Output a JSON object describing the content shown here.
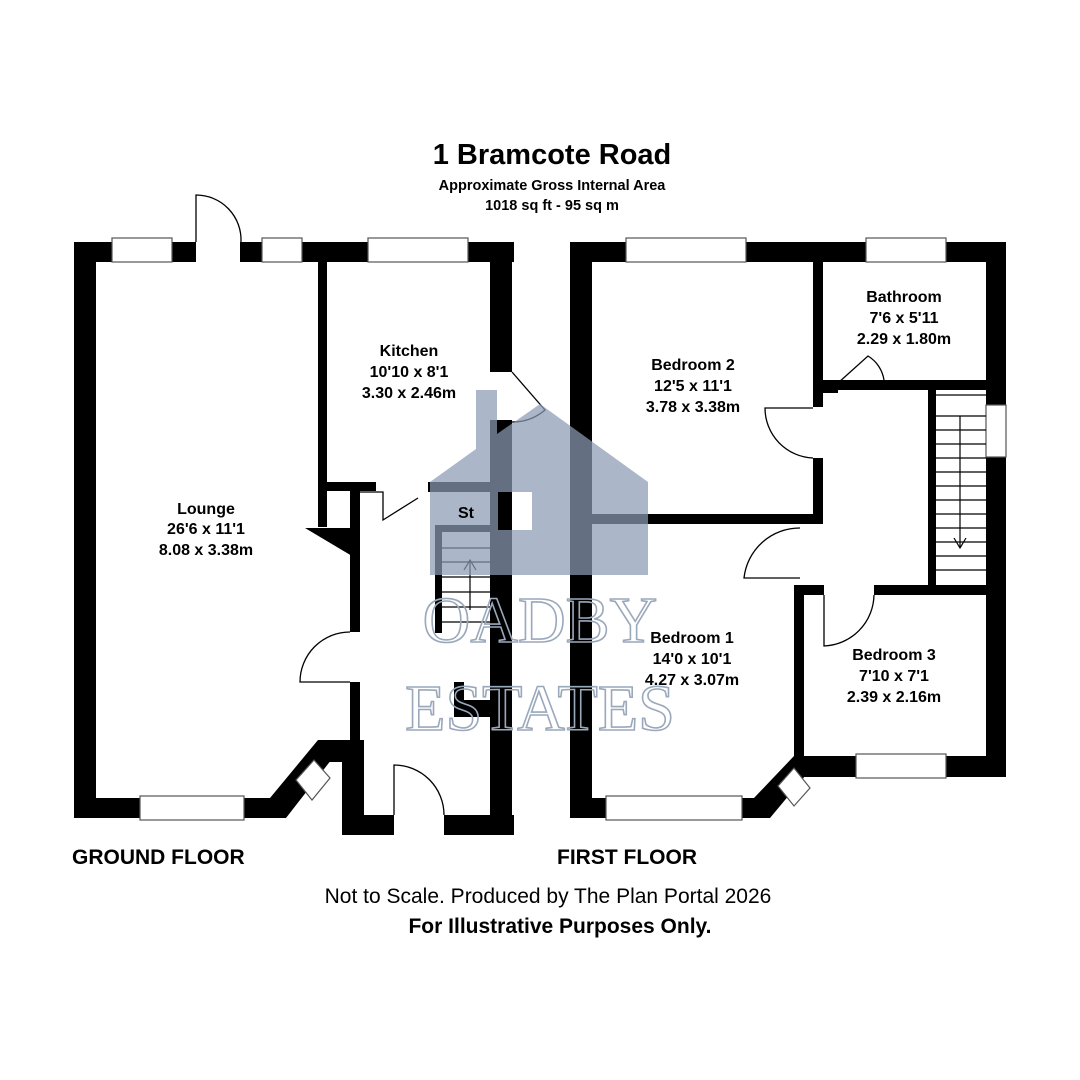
{
  "header": {
    "title": "1 Bramcote Road",
    "subtitle": "Approximate Gross Internal Area",
    "area": "1018 sq ft - 95 sq m"
  },
  "watermark": {
    "line1": "OADBY",
    "line2": "ESTATES",
    "color": "#8a9bb3"
  },
  "ground_floor": {
    "label": "GROUND FLOOR",
    "rooms": {
      "lounge": {
        "name": "Lounge",
        "imperial": "26'6 x 11'1",
        "metric": "8.08 x 3.38m"
      },
      "kitchen": {
        "name": "Kitchen",
        "imperial": "10'10 x 8'1",
        "metric": "3.30 x 2.46m"
      },
      "store": {
        "name": "St"
      }
    }
  },
  "first_floor": {
    "label": "FIRST FLOOR",
    "rooms": {
      "bedroom2": {
        "name": "Bedroom 2",
        "imperial": "12'5 x 11'1",
        "metric": "3.78 x 3.38m"
      },
      "bathroom": {
        "name": "Bathroom",
        "imperial": "7'6 x 5'11",
        "metric": "2.29 x 1.80m"
      },
      "bedroom1": {
        "name": "Bedroom 1",
        "imperial": "14'0 x 10'1",
        "metric": "4.27 x 3.07m"
      },
      "bedroom3": {
        "name": "Bedroom 3",
        "imperial": "7'10 x 7'1",
        "metric": "2.39 x 2.16m"
      }
    }
  },
  "footer": {
    "disclaimer": "Not to Scale. Produced by The Plan Portal 2026",
    "purpose": "For Illustrative Purposes Only."
  }
}
